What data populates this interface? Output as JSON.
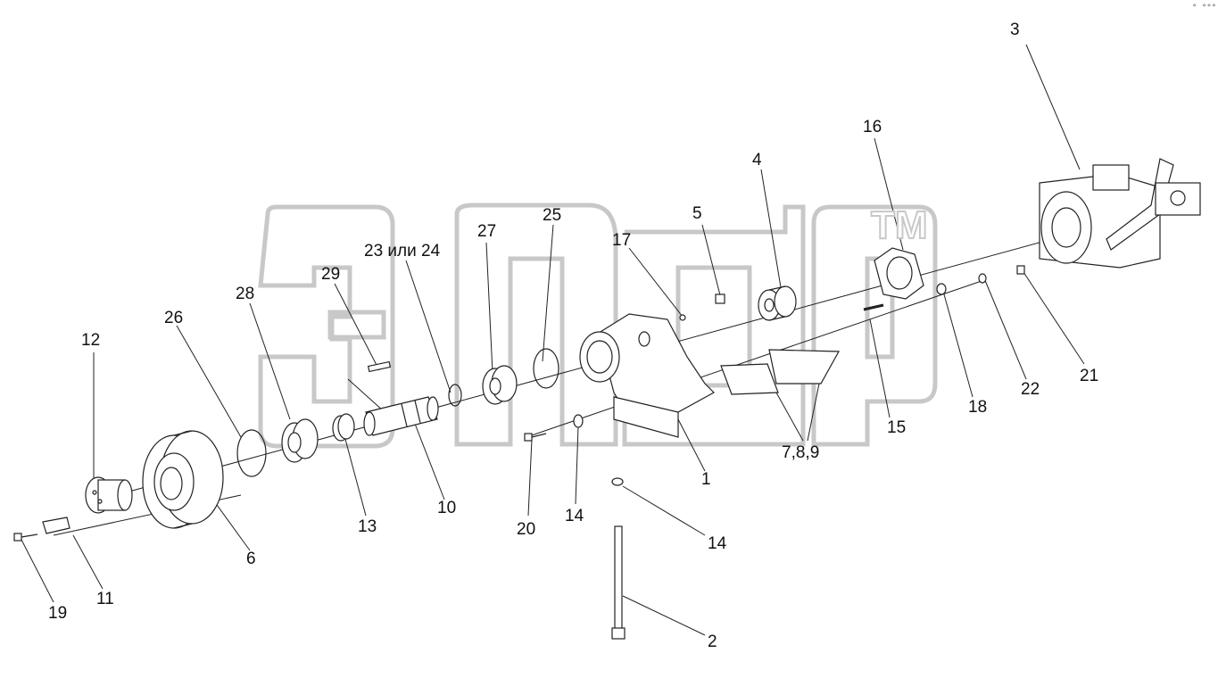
{
  "watermark": {
    "brand": "элдр",
    "trademark": "TM",
    "color": "#c8c8c8"
  },
  "corner_mark": "° °°°",
  "callouts": [
    {
      "id": "c1",
      "text": "1"
    },
    {
      "id": "c2",
      "text": "2"
    },
    {
      "id": "c3",
      "text": "3"
    },
    {
      "id": "c4",
      "text": "4"
    },
    {
      "id": "c5",
      "text": "5"
    },
    {
      "id": "c6",
      "text": "6"
    },
    {
      "id": "c789",
      "text": "7,8,9"
    },
    {
      "id": "c10",
      "text": "10"
    },
    {
      "id": "c11",
      "text": "11"
    },
    {
      "id": "c12",
      "text": "12"
    },
    {
      "id": "c13",
      "text": "13"
    },
    {
      "id": "c14a",
      "text": "14"
    },
    {
      "id": "c14b",
      "text": "14"
    },
    {
      "id": "c15",
      "text": "15"
    },
    {
      "id": "c16",
      "text": "16"
    },
    {
      "id": "c17",
      "text": "17"
    },
    {
      "id": "c18",
      "text": "18"
    },
    {
      "id": "c19",
      "text": "19"
    },
    {
      "id": "c20",
      "text": "20"
    },
    {
      "id": "c21",
      "text": "21"
    },
    {
      "id": "c22",
      "text": "22"
    },
    {
      "id": "c2324",
      "text": "23 или 24"
    },
    {
      "id": "c25",
      "text": "25"
    },
    {
      "id": "c26",
      "text": "26"
    },
    {
      "id": "c27",
      "text": "27"
    },
    {
      "id": "c28",
      "text": "28"
    },
    {
      "id": "c29",
      "text": "29"
    }
  ]
}
